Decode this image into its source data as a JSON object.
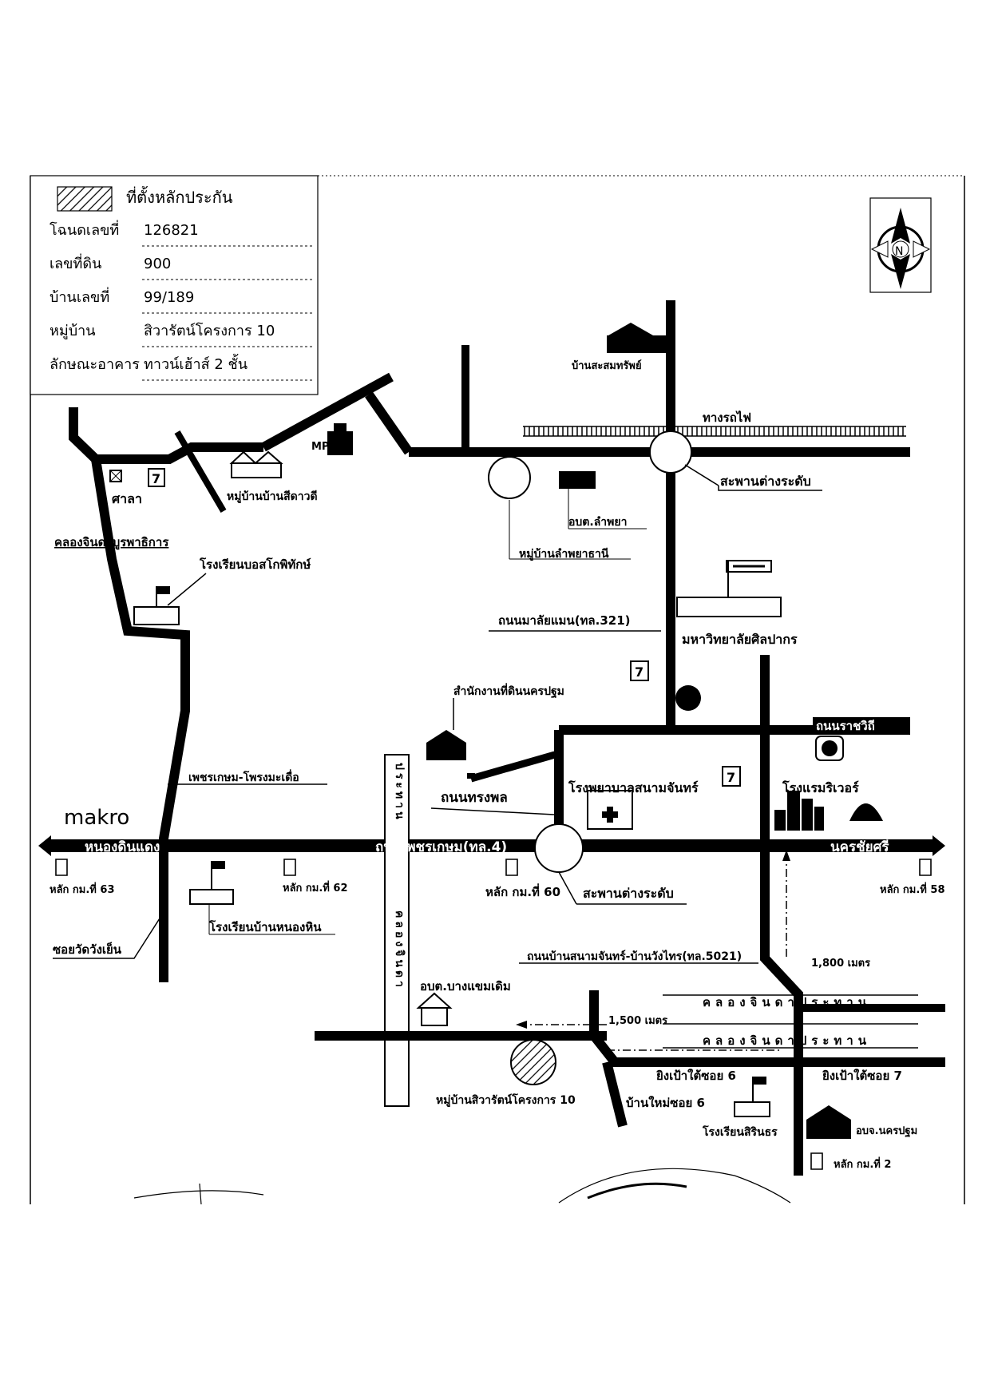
{
  "legend": {
    "title": "ที่ตั้งหลักประกัน",
    "rows": [
      {
        "key": "โฉนดเลขที่",
        "value": "126821"
      },
      {
        "key": "เลขที่ดิน",
        "value": "900"
      },
      {
        "key": "บ้านเลขที่",
        "value": "99/189"
      },
      {
        "key": "หมู่บ้าน",
        "value": "สิวารัตน์โครงการ 10"
      },
      {
        "key": "ลักษณะอาคาร",
        "value": "ทาวน์เฮ้าส์ 2 ชั้น"
      }
    ]
  },
  "compass": {
    "letter": "N"
  },
  "labels": {
    "museum": "บ้านสะสมทรัพย์",
    "railway": "ทางรถไฟ",
    "overpass_north": "สะพานต่างระดับ",
    "mp_house": "MPเฮ้าส์",
    "silver_village": "หมู่บ้านบ้านสีดาวดี",
    "sala": "ศาลา",
    "obt_lampaya": "อบต.ลำพยา",
    "lampaya_village": "หมู่บ้านลำพยาธานี",
    "canal_north": "คลองจินดาบูรพาธิการ",
    "school_bosco": "โรงเรียนบอสโกพิทักษ์",
    "malaiman_road": "ถนนมาลัยแมน(ทล.321)",
    "silpakorn": "มหาวิทยาลัยศิลปากร",
    "land_office": "สำนักงานที่ดินนครปฐม",
    "rajvithi_road": "ถนนราชวิถี",
    "phetkasem_song": "เพชรเกษม-โพรงมะเดื่อ",
    "hospital": "โรงพยาบาลสนามจันทร์",
    "hotel": "โรงแรมริเวอร์",
    "songphon_road": "ถนนทรงพล",
    "makro": "makro",
    "west_arrow": "หนองดินแดง",
    "phetkasem_road": "ถนนเพชรเกษม(ทล.4)",
    "east_arrow": "นครชัยศรี",
    "km63": "หลัก กม.ที่ 63",
    "km62": "หลัก กม.ที่ 62",
    "km60": "หลัก กม.ที่ 60",
    "overpass_south": "สะพานต่างระดับ",
    "km58": "หลัก กม.ที่ 58",
    "school_nonghin": "โรงเรียนบ้านหนองหิน",
    "soi_wat": "ซอยวัดวังเย็น",
    "canal_vertical": "คลองจินดา",
    "prathan_vertical": "ประทาน",
    "sanam_road": "ถนนบ้านสนามจันทร์-บ้านวังไทร(ทล.5021)",
    "dist_1800": "1,800 เมตร",
    "obt_bangsam": "อบต.บางแขมเดิม",
    "dist_1500": "1,500 เมตร",
    "canal_row1": "คลองจินดาประทาน",
    "canal_row2": "คลองจินดาประทาน",
    "yingpao_soi6": "ยิงเป้าใต้ซอย 6",
    "yingpao_soi7": "ยิงเป้าใต้ซอย 7",
    "siwarat_village": "หมู่บ้านสิวารัตน์โครงการ 10",
    "bannai_soi6": "บ้านใหม่ซอย 6",
    "school_siwinthon": "โรงเรียนสิรินธร",
    "obj_nakhonpathom": "อบจ.นครปฐม",
    "km2": "หลัก กม.ที่ 2",
    "seven_eleven": "7"
  }
}
